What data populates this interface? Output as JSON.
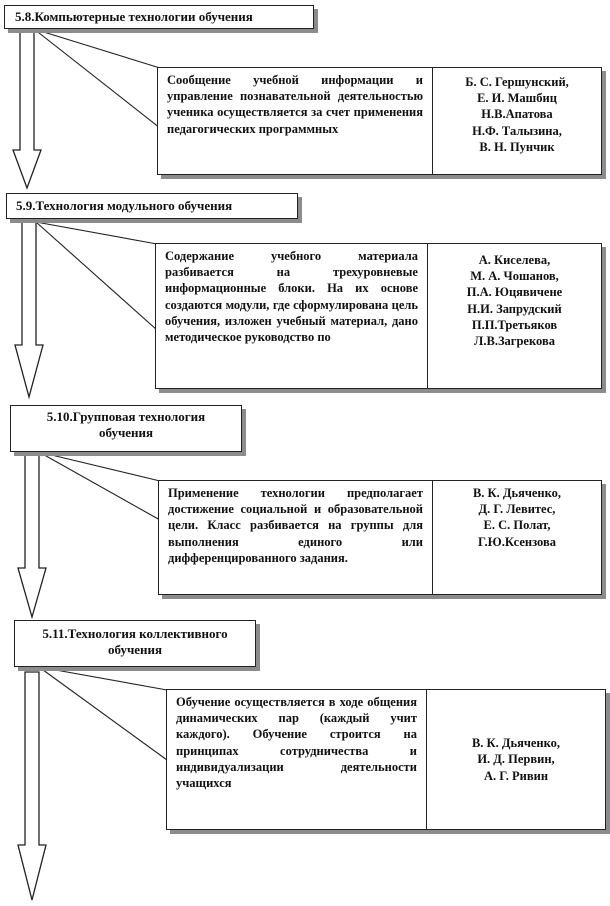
{
  "sections": [
    {
      "title": "5.8.Компьютерные технологии обучения",
      "description": "Сообщение учебной информации и управление познавательной деятельностью ученика осуществляется за счет применения педагогических программных",
      "authors": [
        "Б. С. Гершунский,",
        "Е. И. Машбиц",
        "Н.В.Апатова",
        "Н.Ф. Талызина,",
        "В. Н. Пунчик"
      ]
    },
    {
      "title": "5.9.Технология модульного обучения",
      "description": "Содержание учебного материала разбивается на трехуровневые информационные блоки. На их основе создаются модули, где сформулирована цель обучения, изложен учебный материал, дано методическое руководство по",
      "authors": [
        "А. Киселева,",
        "М. А. Чошанов,",
        "П.А. Юцявичене",
        "Н.И. Запрудский",
        "П.П.Третьяков",
        "Л.В.Загрекова"
      ]
    },
    {
      "title": "5.10.Групповая технология обучения",
      "description": "Применение технологии предполагает достижение социальной и образовательной цели. Класс разбивается на группы для выполнения единого или дифференцированного задания.",
      "authors": [
        "В. К. Дьяченко,",
        "Д. Г. Левитес,",
        "Е. С. Полат,",
        "Г.Ю.Ксензова"
      ]
    },
    {
      "title": "5.11.Технология коллективного обучения",
      "description": "Обучение осуществляется в ходе общения динамических пар (каждый учит каждого). Обучение строится на принципах сотрудничества и индивидуализации деятельности учащихся",
      "authors": [
        "В. К. Дьяченко,",
        "И. Д. Первин,",
        "А. Г. Ривин"
      ]
    }
  ]
}
